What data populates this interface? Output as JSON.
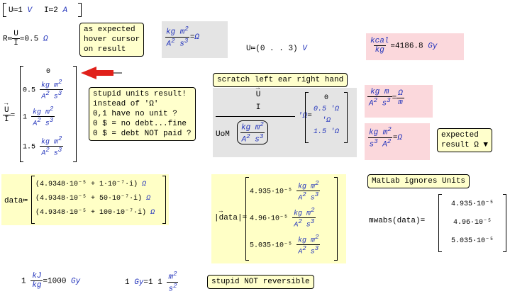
{
  "defs": {
    "u_var": "U",
    "u_val": "1",
    "u_unit": "V",
    "i_var": "I",
    "i_val": "2",
    "i_unit": "A",
    "assign": "≔"
  },
  "r_def": {
    "lhs": "R",
    "num": "U",
    "den": "I",
    "value": "0.5",
    "unit": "Ω"
  },
  "note_hover": "as expected\nhover cursor\non result",
  "unit_eq": {
    "num": "kg m",
    "num_exp": "2",
    "den": "A",
    "den_exp1": "2",
    "den_mid": "s",
    "den_exp2": "3",
    "rhs": "Ω"
  },
  "u_range": {
    "lhs": "U",
    "range": "(0 . . 3)",
    "unit": "V"
  },
  "gy_eq": {
    "num": "kcal",
    "den": "kg",
    "value": "4186.8",
    "unit": "Gy"
  },
  "vector_result": {
    "lhs_num": "U",
    "lhs_den": "I",
    "rows": [
      "0",
      "0.5",
      "1",
      "1.5"
    ],
    "unit_num": "kg m",
    "unit_num_exp": "2",
    "unit_den": "A",
    "unit_den_exp1": "2",
    "unit_den_mid": "s",
    "unit_den_exp2": "3"
  },
  "note_stupid": "stupid units result!\ninstead of 'Ω'\n0,1 have no unit ?\n0 $ = no debt...fine\n0 $ = debt NOT paid ?",
  "note_scratch": "scratch left ear right hand",
  "uom_expr": {
    "num": "U",
    "den": "I",
    "uom": "UoM",
    "uom_num": "kg m",
    "uom_num_exp": "2",
    "uom_den": "A",
    "uom_den_exp1": "2",
    "uom_den_mid": "s",
    "uom_den_exp2": "3",
    "suffix": "'Ω",
    "eq": "=",
    "rows": [
      "0",
      "0.5 'Ω",
      "'Ω",
      "1.5 'Ω"
    ]
  },
  "pink_eq1": {
    "num": "kg m",
    "den": "A",
    "den_exp1": "2",
    "den_mid": "s",
    "den_exp2": "3",
    "rhs_num": "Ω",
    "rhs_den": "m"
  },
  "pink_eq2": {
    "num": "kg m",
    "num_exp": "2",
    "den": "s",
    "den_exp1": "3",
    "den_mid": "A",
    "den_exp2": "2",
    "rhs": "Ω"
  },
  "note_expected": "expected\nresult Ω ▼",
  "data_def": {
    "lhs": "data",
    "rows": [
      "4.9348·10⁻⁵ + 1·10⁻⁷·i",
      "4.9348·10⁻⁵ + 50·10⁻⁷·i",
      "4.9348·10⁻⁵ + 100·10⁻⁷·i"
    ],
    "unit": "Ω"
  },
  "abs_data": {
    "lhs": "data",
    "rows": [
      "4.935·10⁻⁵",
      "4.96·10⁻⁵",
      "5.035·10⁻⁵"
    ],
    "unit_num": "kg m",
    "unit_num_exp": "2",
    "unit_den": "A",
    "unit_den_exp1": "2",
    "unit_den_mid": "s",
    "unit_den_exp2": "3"
  },
  "note_matlab": "MatLab ignores Units",
  "mwabs": {
    "lhs": "mwabs(data)",
    "rows": [
      "4.935·10⁻⁵",
      "4.96·10⁻⁵",
      "5.035·10⁻⁵"
    ]
  },
  "kj_eq": {
    "coef": "1",
    "num": "kJ",
    "den": "kg",
    "value": "1000",
    "unit": "Gy"
  },
  "gy_rev": {
    "coef": "1",
    "lhs_unit": "Gy",
    "value": "1 1",
    "num": "m",
    "num_exp": "2",
    "den": "s",
    "den_exp": "2"
  },
  "note_reversible": "stupid NOT reversible",
  "colors": {
    "note_bg": "#ffffcc",
    "gray_hl": "#e4e4e4",
    "pink_hl": "#fbd8dc",
    "yellow_hl": "#ffffc6",
    "unit_blue": "#2233bb",
    "arrow_red": "#e0201a"
  }
}
